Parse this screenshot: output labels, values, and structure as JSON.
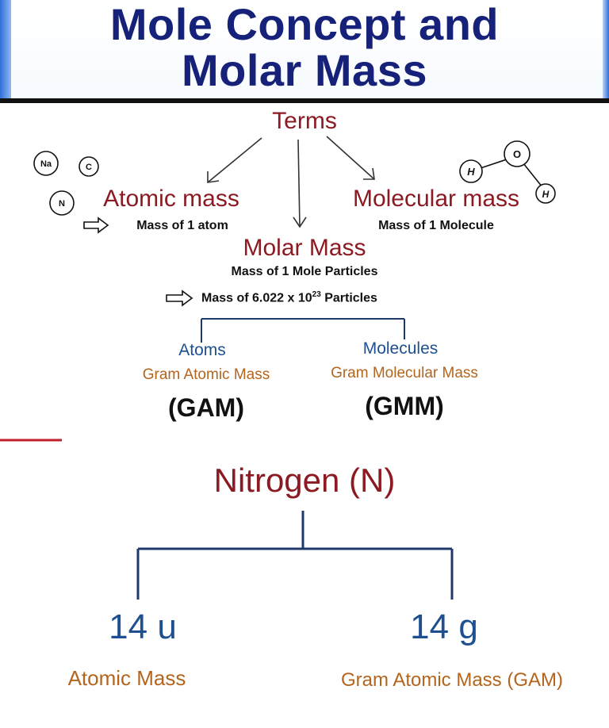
{
  "header": {
    "title_line1": "Mole Concept and",
    "title_line2": "Molar Mass"
  },
  "terms_diagram": {
    "root": "Terms",
    "atomic_mass": {
      "label": "Atomic mass",
      "definition": "Mass of 1 atom"
    },
    "molecular_mass": {
      "label": "Molecular mass",
      "definition": "Mass of 1 Molecule"
    },
    "molar_mass": {
      "label": "Molar Mass",
      "definition1": "Mass of 1 Mole Particles",
      "definition2_prefix": "Mass of 6.022 x 10",
      "definition2_exponent": "23",
      "definition2_suffix": " Particles"
    },
    "atoms": {
      "label": "Atoms",
      "full": "Gram Atomic Mass",
      "abbr": "(GAM)"
    },
    "molecules": {
      "label": "Molecules",
      "full": "Gram Molecular Mass",
      "abbr": "(GMM)"
    },
    "atom_icons": [
      "Na",
      "C",
      "N"
    ],
    "molecule_icons": [
      "H",
      "O",
      "H"
    ]
  },
  "nitrogen_example": {
    "title": "Nitrogen (N)",
    "left_value": "14 u",
    "left_label": "Atomic Mass",
    "right_value": "14 g",
    "right_label": "Gram Atomic Mass (GAM)"
  },
  "colors": {
    "title_navy": "#16217a",
    "maroon": "#8b1a22",
    "blue": "#1d4f91",
    "brown": "#b4651d"
  }
}
